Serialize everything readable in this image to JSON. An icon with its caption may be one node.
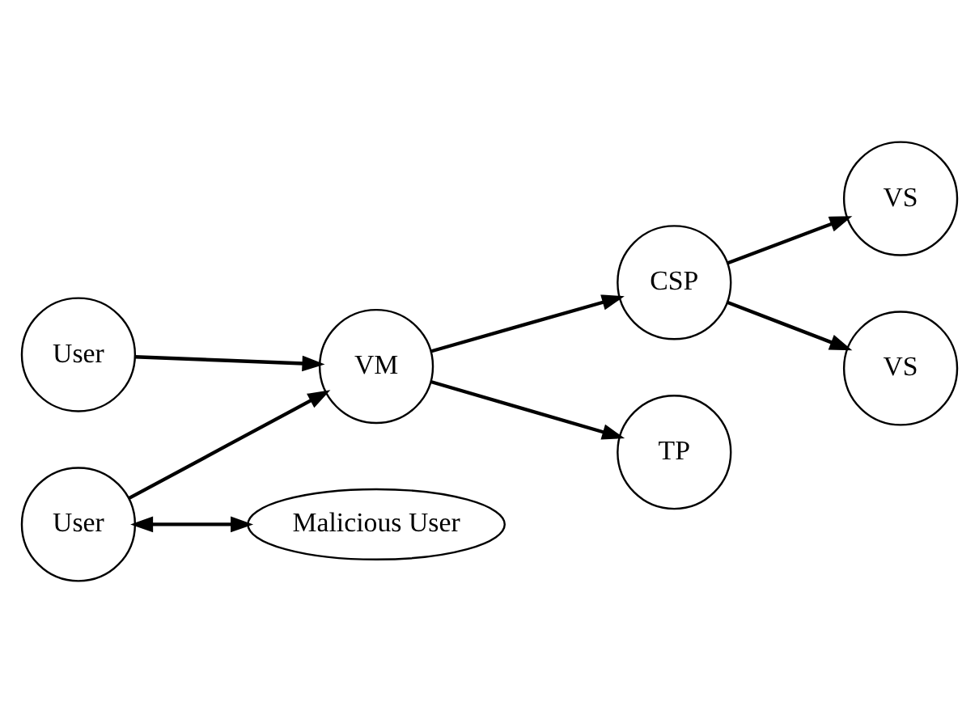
{
  "diagram": {
    "nodes": [
      {
        "text": [
          "VS"
        ]
      },
      {
        "text": [
          "CSP"
        ]
      },
      {
        "text": [
          "VS"
        ]
      },
      {
        "text": [
          "VM"
        ]
      },
      {
        "text": [
          "TP"
        ]
      },
      {
        "text": [
          "User"
        ]
      },
      {
        "text": [
          "User"
        ]
      },
      {
        "text": [
          "Malicious User"
        ]
      }
    ],
    "edges": [
      {
        "from": 5,
        "to": 3,
        "arrow": "to"
      },
      {
        "from": 6,
        "to": 3,
        "arrow": "to"
      },
      {
        "from": 3,
        "to": 1,
        "arrow": "to"
      },
      {
        "from": 1,
        "to": 0,
        "arrow": "to"
      },
      {
        "from": 1,
        "to": 2,
        "arrow": "to"
      },
      {
        "from": 3,
        "to": 4,
        "arrow": "to"
      },
      {
        "from": 6,
        "to": 7,
        "arrow": "both"
      }
    ]
  }
}
